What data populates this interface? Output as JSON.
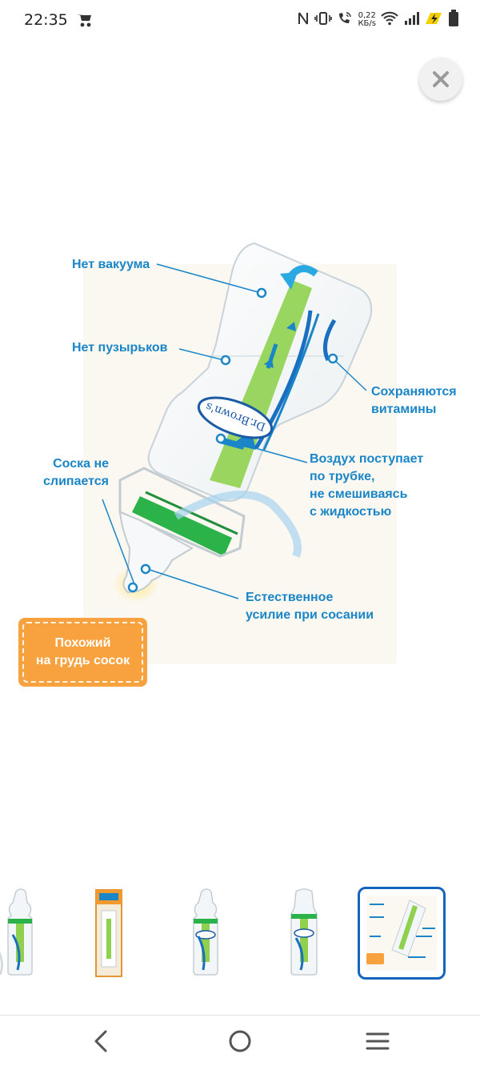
{
  "status_bar": {
    "time": "22:35",
    "network_speed_value": "0,22",
    "network_speed_unit": "КБ/s",
    "icons": [
      "stroller-icon",
      "nfc-icon",
      "vibrate-icon",
      "wifi-calling-icon",
      "wifi-icon",
      "signal-icon",
      "charging-icon",
      "battery-icon"
    ]
  },
  "close_button": {
    "icon": "close-icon"
  },
  "image": {
    "callouts": {
      "no_vacuum": "Нет вакуума",
      "no_bubbles": "Нет пузырьков",
      "vitamins_1": "Сохраняются",
      "vitamins_2": "витамины",
      "nipple_1": "Соска не",
      "nipple_2": "слипается",
      "air_1": "Воздух поступает",
      "air_2": "по трубке,",
      "air_3": "не смешиваясь",
      "air_4": "с жидкостью",
      "natural_1": "Естественное",
      "natural_2": "усилие при сосании"
    },
    "badge_line1": "Похожий",
    "badge_line2": "на грудь сосок",
    "bottle_logo": "Dr.Brown's",
    "colors": {
      "callout": "#1a86c7",
      "badge": "#f7a23e",
      "tube": "#8fd14f",
      "vent_green": "#2bb34a"
    }
  },
  "thumbnails": {
    "count": 5,
    "selected_index": 4,
    "items": [
      "bottle-photo",
      "bottle-package-photo",
      "bottle-photo",
      "bottle-photo",
      "bottle-diagram"
    ],
    "selected_color": "#1565c0"
  },
  "nav_bar": {
    "icons": [
      "back-icon",
      "home-icon",
      "recents-icon"
    ]
  }
}
